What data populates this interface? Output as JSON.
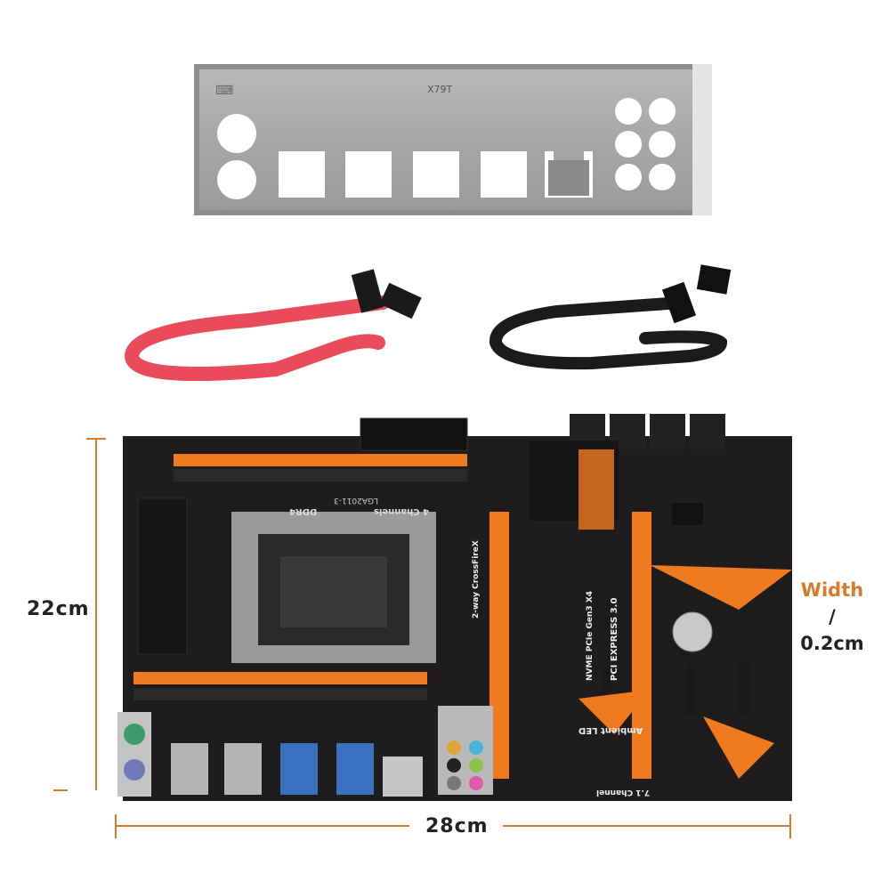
{
  "io_shield": {
    "model_text": "X79T"
  },
  "motherboard": {
    "socket_label": "LGA2011-3",
    "memory_label": "4 Channels",
    "memory_type": "DDR4",
    "crossfire_label": "2-way CrossFireX",
    "nvme_label": "NVME PCIe Gen3 X4",
    "pcie_label": "PCI EXPRESS 3.0",
    "ambient_label": "Ambient LED",
    "audio_label": "7.1 Channel"
  },
  "dimensions": {
    "height": "22cm",
    "width": "28cm",
    "side_line1": "Width",
    "side_line2": "/",
    "side_line3": "0.2cm"
  },
  "colors": {
    "accent": "#d97a2b",
    "cable_red": "#e94b5a",
    "board_orange": "#f07a1f"
  }
}
